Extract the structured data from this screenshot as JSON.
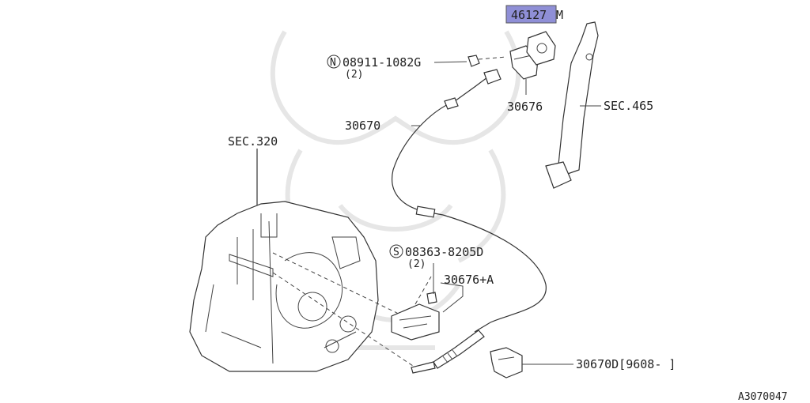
{
  "labels": {
    "p46127": "46127",
    "p46127_suffix": "M",
    "p08911": "08911-1082G",
    "p08911_qty": "(2)",
    "nut_symbol": "N",
    "p30676_top": "30676",
    "sec465": "SEC.465",
    "p30670": "30670",
    "sec320": "SEC.320",
    "p08363": "08363-8205D",
    "p08363_qty": "(2)",
    "screw_symbol": "S",
    "p30676a": "30676+A",
    "p30670d": "30670D[9608-     ]",
    "diagram_id": "A3070047"
  },
  "colors": {
    "highlight": "#8f8fd6",
    "line": "#333333",
    "watermark": "#e6e6e6"
  },
  "highlighted_part": "46127"
}
